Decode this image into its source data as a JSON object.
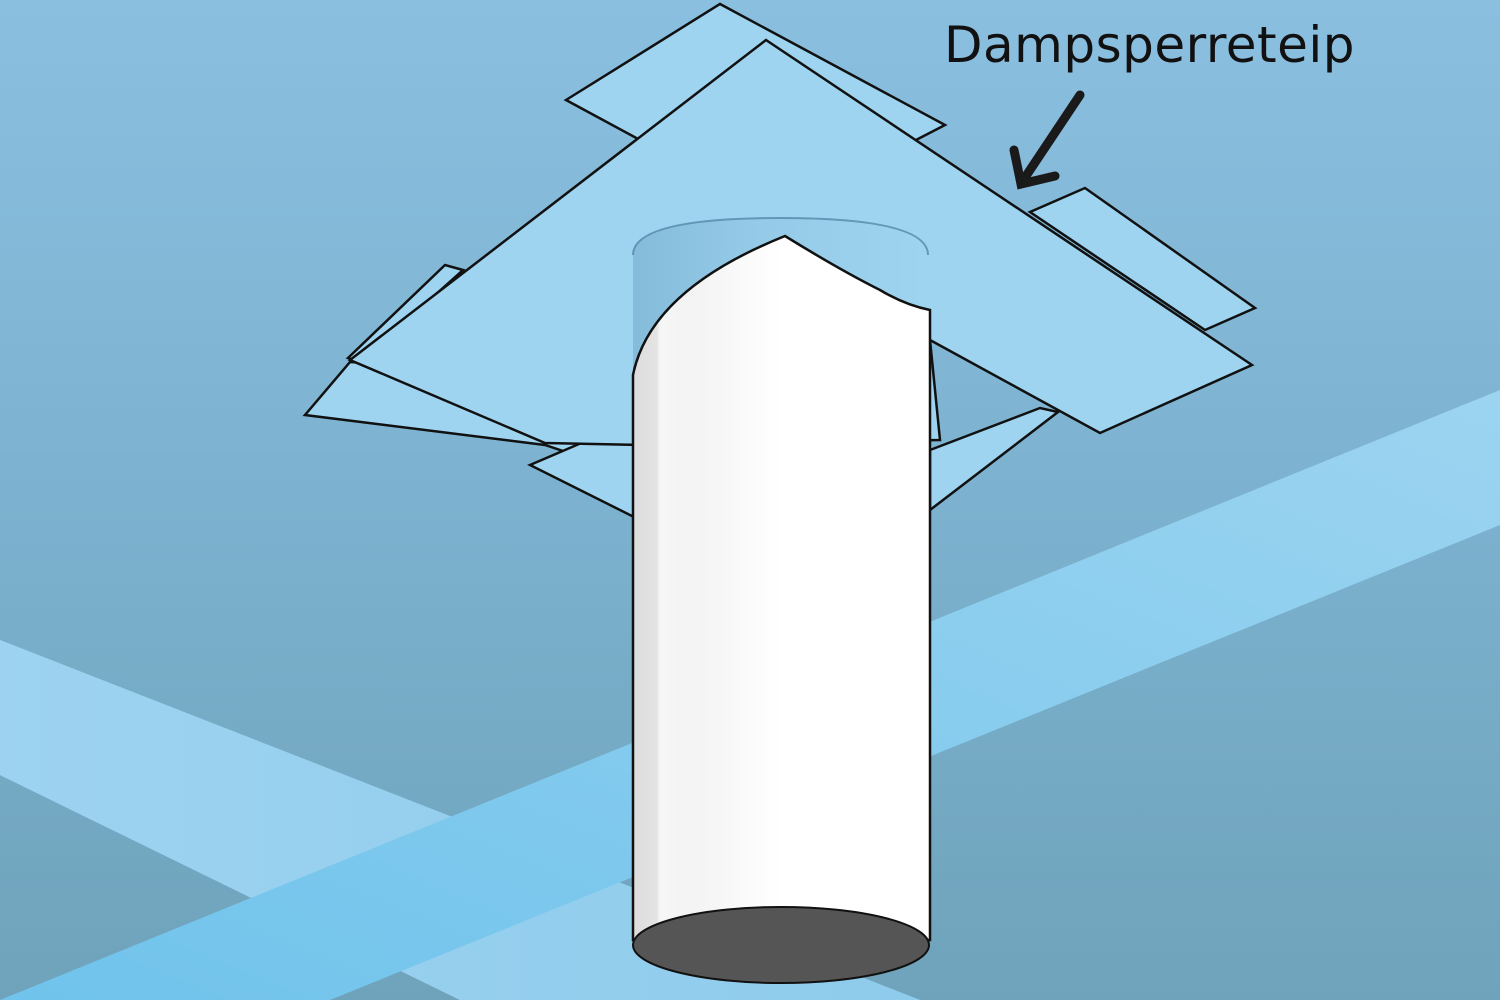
{
  "diagram": {
    "type": "illustration",
    "subject": "pipe penetration through vapour barrier ceiling sealed with tape",
    "label": "Dampsperreteip",
    "label_arrow": "arrow-pointing-to-tape-edge",
    "colors": {
      "background_top": "#86bbdc",
      "background_bottom": "#6fa3bd",
      "tape": "#9fd4f0",
      "batten": "#94cdee",
      "pipe": "#ffffff",
      "pipe_opening": "#555555",
      "outline": "#111111"
    },
    "elements": [
      {
        "name": "ceiling-background"
      },
      {
        "name": "batten-strip-left"
      },
      {
        "name": "batten-strip-right"
      },
      {
        "name": "vapour-barrier-tape-pieces",
        "count": 6
      },
      {
        "name": "pipe-cylinder"
      },
      {
        "name": "pipe-opening"
      },
      {
        "name": "label-arrow"
      }
    ]
  }
}
